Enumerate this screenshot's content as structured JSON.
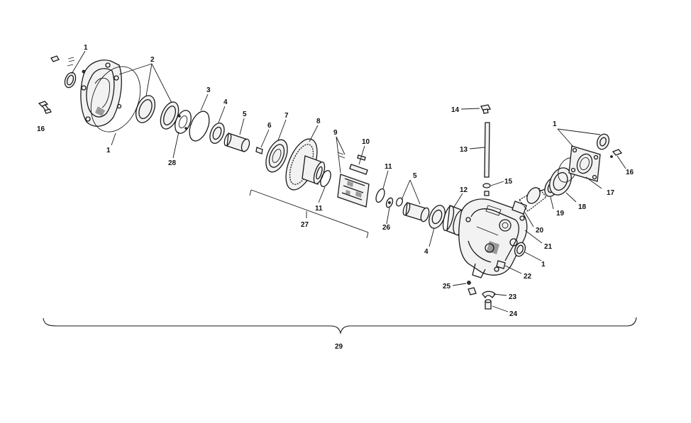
{
  "callouts": [
    {
      "id": "c1a",
      "text": "1"
    },
    {
      "id": "c2",
      "text": "2"
    },
    {
      "id": "c1b",
      "text": "1"
    },
    {
      "id": "c16a",
      "text": "16"
    },
    {
      "id": "c28",
      "text": "28"
    },
    {
      "id": "c3",
      "text": "3"
    },
    {
      "id": "c4a",
      "text": "4"
    },
    {
      "id": "c5a",
      "text": "5"
    },
    {
      "id": "c6",
      "text": "6"
    },
    {
      "id": "c7",
      "text": "7"
    },
    {
      "id": "c8",
      "text": "8"
    },
    {
      "id": "c9",
      "text": "9"
    },
    {
      "id": "c10",
      "text": "10"
    },
    {
      "id": "c11a",
      "text": "11"
    },
    {
      "id": "c11b",
      "text": "11"
    },
    {
      "id": "c27",
      "text": "27"
    },
    {
      "id": "c26",
      "text": "26"
    },
    {
      "id": "c5b",
      "text": "5"
    },
    {
      "id": "c12",
      "text": "12"
    },
    {
      "id": "c4b",
      "text": "4"
    },
    {
      "id": "c14",
      "text": "14"
    },
    {
      "id": "c13",
      "text": "13"
    },
    {
      "id": "c15",
      "text": "15"
    },
    {
      "id": "c1c",
      "text": "1"
    },
    {
      "id": "c16b",
      "text": "16"
    },
    {
      "id": "c17",
      "text": "17"
    },
    {
      "id": "c18",
      "text": "18"
    },
    {
      "id": "c19",
      "text": "19"
    },
    {
      "id": "c20",
      "text": "20"
    },
    {
      "id": "c21",
      "text": "21"
    },
    {
      "id": "c1d",
      "text": "1"
    },
    {
      "id": "c22",
      "text": "22"
    },
    {
      "id": "c25",
      "text": "25"
    },
    {
      "id": "c23",
      "text": "23"
    },
    {
      "id": "c24",
      "text": "24"
    },
    {
      "id": "c29",
      "text": "29"
    }
  ]
}
